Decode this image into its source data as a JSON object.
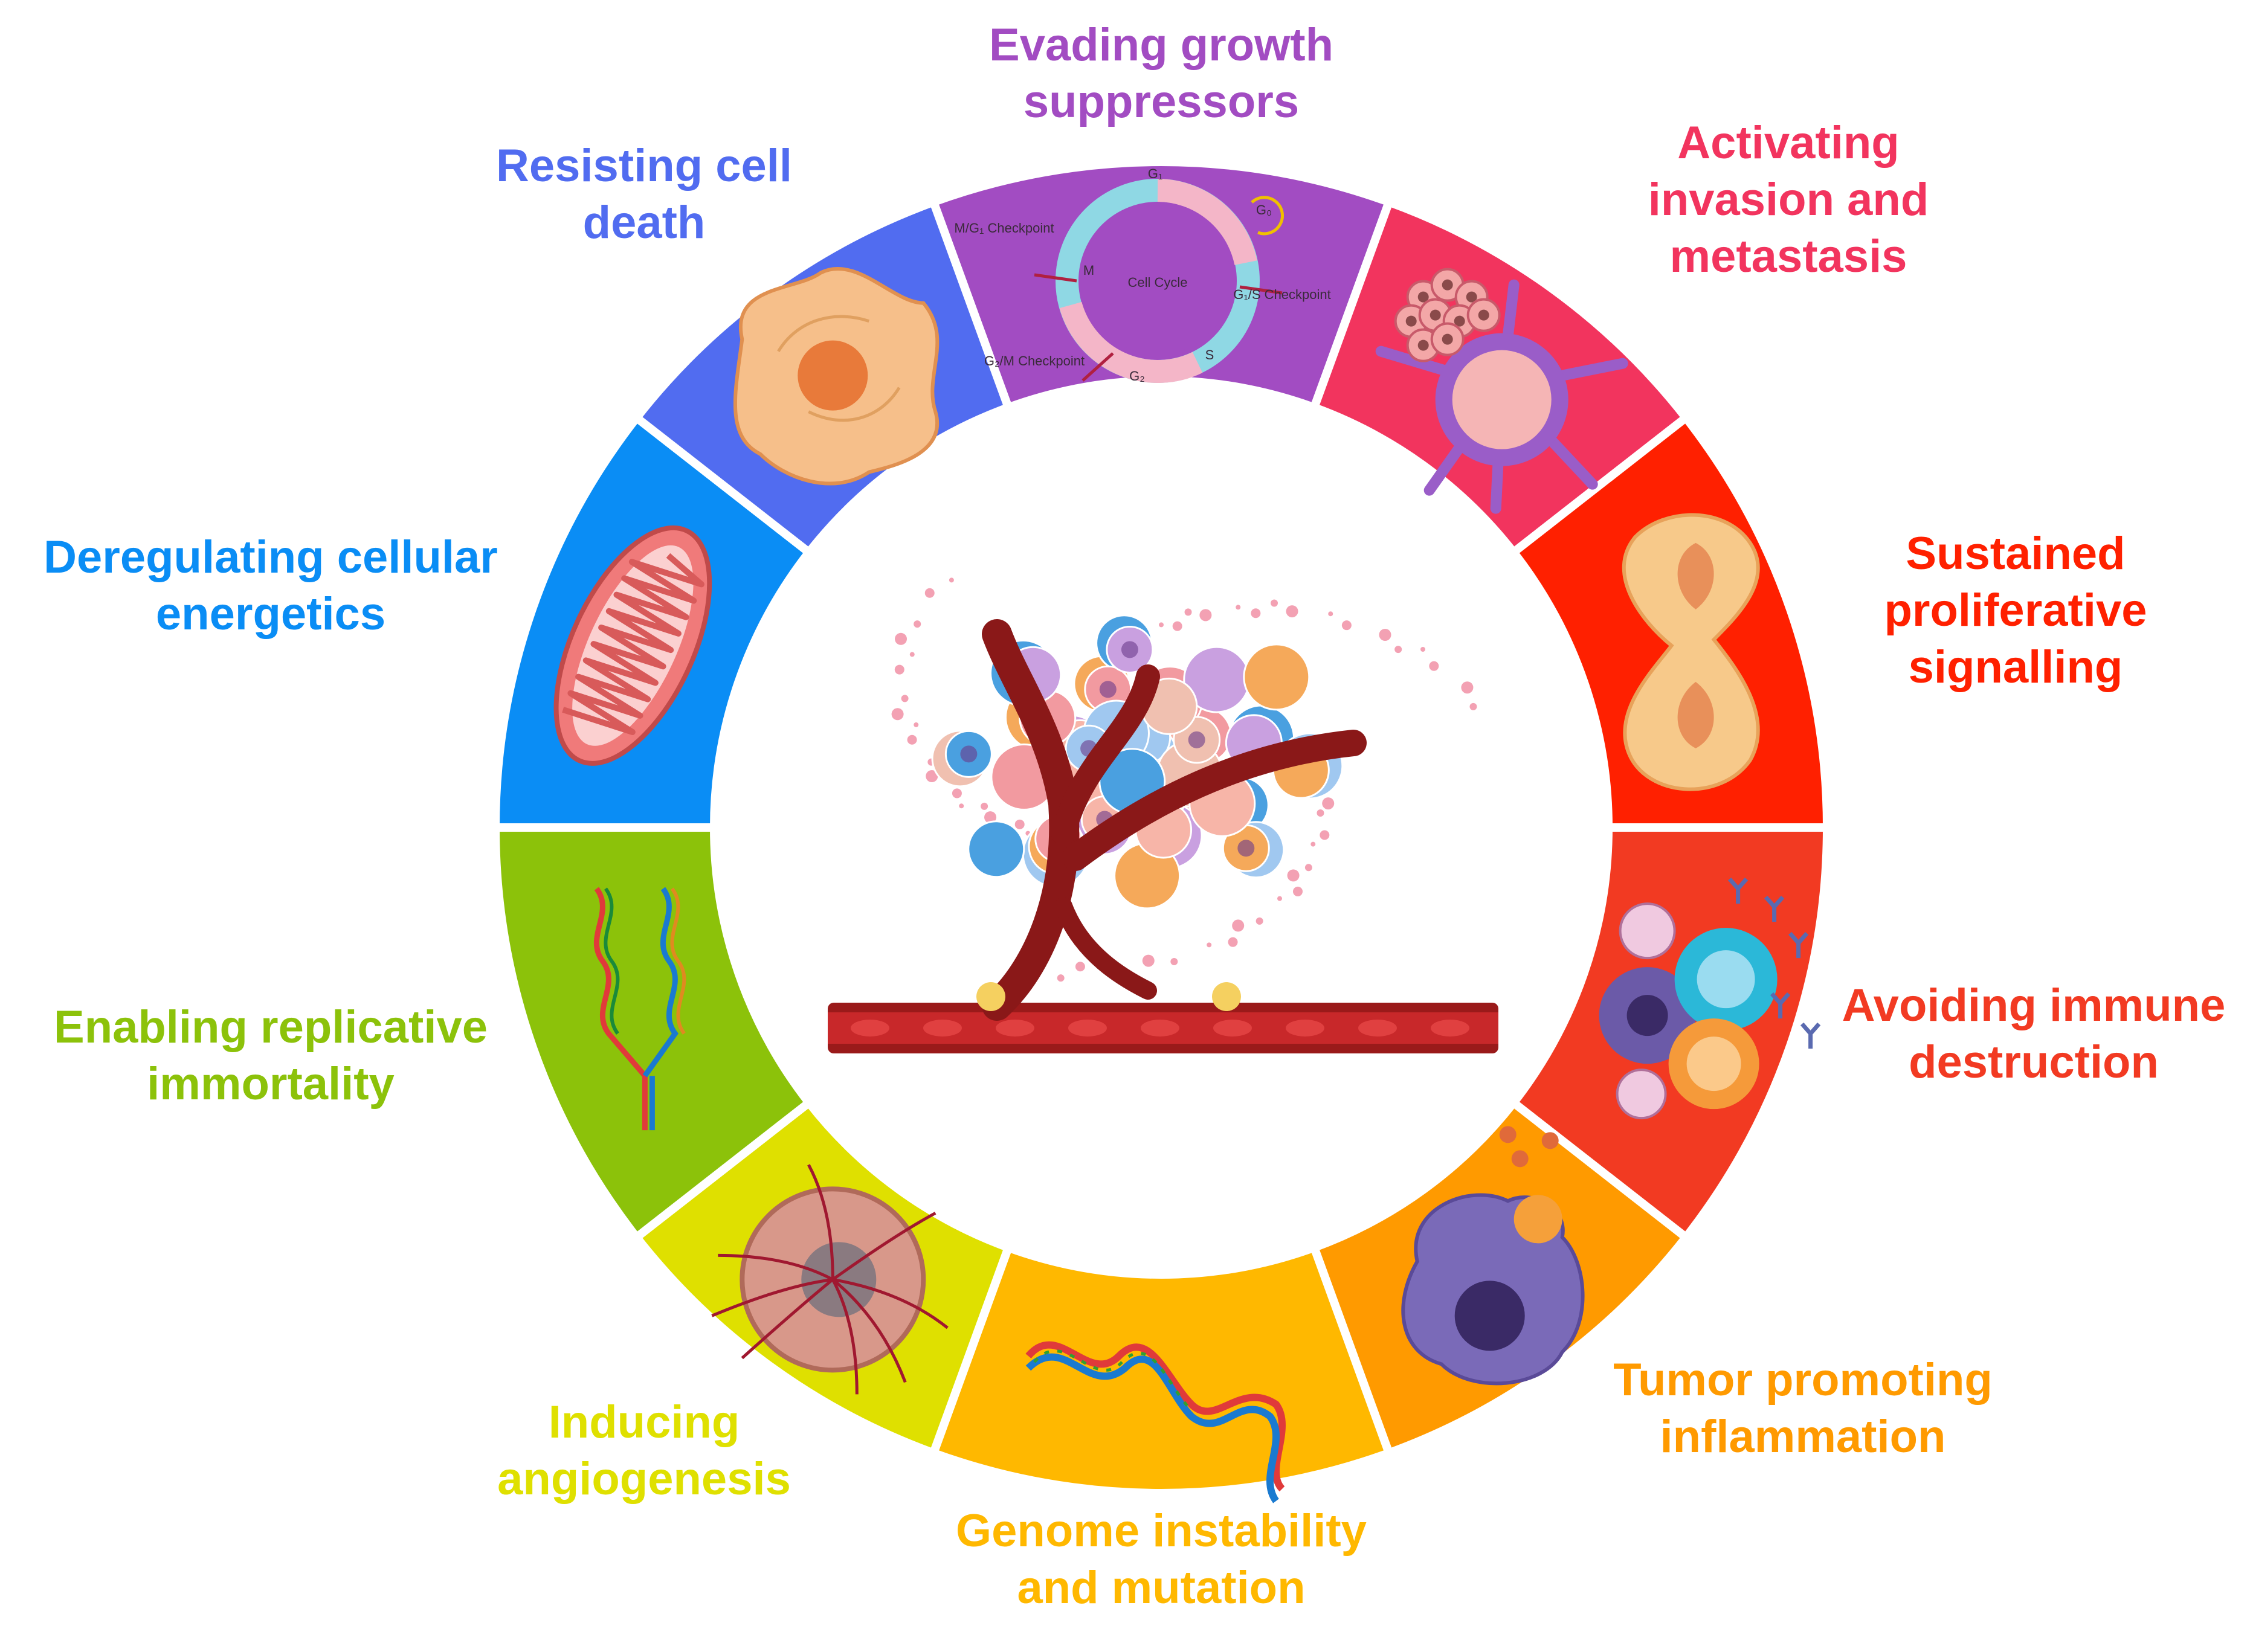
{
  "figure": {
    "hallmarks": [
      {
        "id": "evading-growth-suppressors",
        "lines": [
          "Evading growth",
          "suppressors"
        ],
        "color": "#a24cc2",
        "icon": "cell-cycle-icon"
      },
      {
        "id": "activating-invasion",
        "lines": [
          "Activating",
          "invasion and",
          "metastasis"
        ],
        "color": "#f2345e",
        "icon": "invasion-cell-icon"
      },
      {
        "id": "sustained-proliferative-signalling",
        "lines": [
          "Sustained",
          "proliferative",
          "signalling"
        ],
        "color": "#ff2000",
        "icon": "dividing-cell-icon"
      },
      {
        "id": "avoiding-immune-destruction",
        "lines": [
          "Avoiding immune",
          "destruction"
        ],
        "color": "#f23a22",
        "icon": "immune-cells-icon"
      },
      {
        "id": "tumor-promoting-inflammation",
        "lines": [
          "Tumor promoting",
          "inflammation"
        ],
        "color": "#ff9a00",
        "icon": "macrophage-icon"
      },
      {
        "id": "genome-instability",
        "lines": [
          "Genome instability",
          "and mutation"
        ],
        "color": "#ffb800",
        "icon": "dna-strand-icon"
      },
      {
        "id": "inducing-angiogenesis",
        "lines": [
          "Inducing",
          "angiogenesis"
        ],
        "color": "#dfe000",
        "icon": "vascularized-tumor-icon"
      },
      {
        "id": "enabling-replicative-immortality",
        "lines": [
          "Enabling replicative",
          "immortality"
        ],
        "color": "#8cc20a",
        "icon": "dna-replication-icon"
      },
      {
        "id": "deregulating-cellular-energetics",
        "lines": [
          "Deregulating cellular",
          "energetics"
        ],
        "color": "#0a8df5",
        "icon": "mitochondrion-icon"
      },
      {
        "id": "resisting-cell-death",
        "lines": [
          "Resisting cell",
          "death"
        ],
        "color": "#516cf0",
        "icon": "apoptotic-cell-icon"
      }
    ],
    "cell_cycle": {
      "title": "Cell Cycle",
      "labels": [
        "G₁",
        "G₀",
        "G₂",
        "S",
        "M",
        "M/G₁ Checkpoint",
        "G₁/S Checkpoint",
        "G₂/M Checkpoint"
      ]
    },
    "center": {
      "icon": "tumor-microenvironment-icon"
    }
  }
}
